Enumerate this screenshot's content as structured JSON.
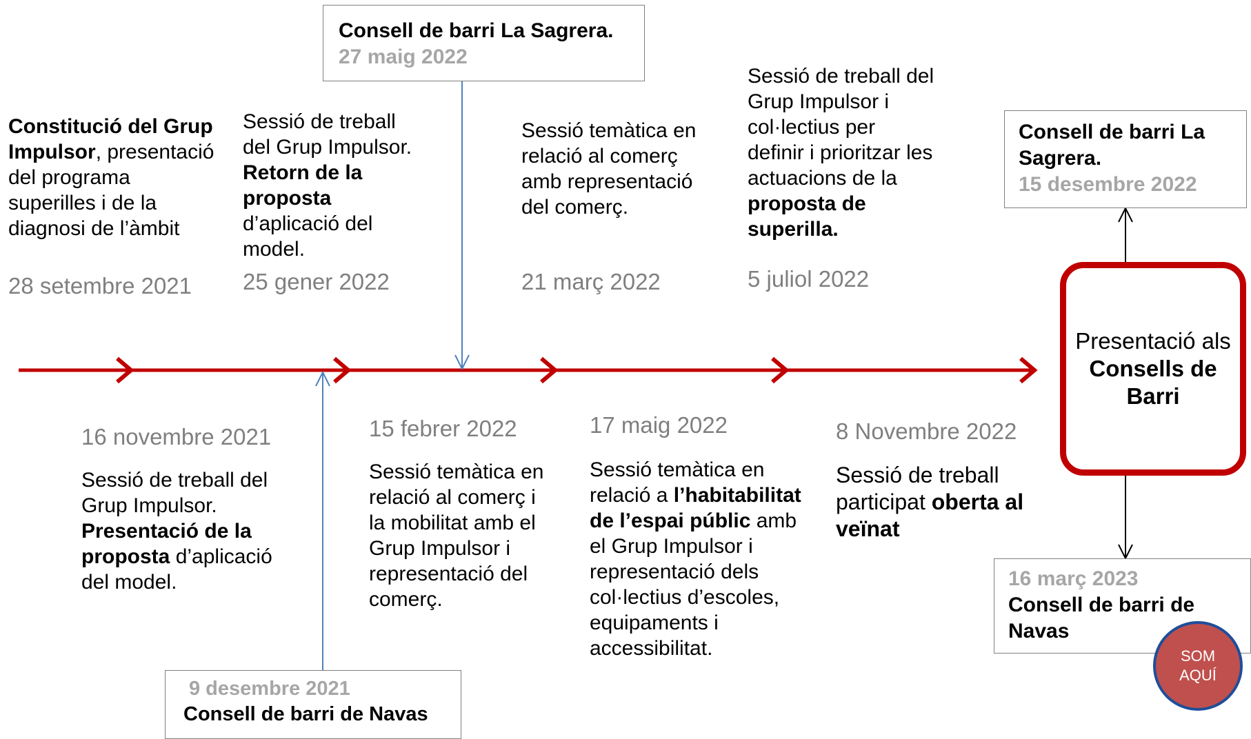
{
  "top_events": [
    {
      "title_bold": "Constitució del Grup Impulsor",
      "text_after": ", presentació del programa superilles i de la diagnosi de l’àmbit",
      "date": "28 setembre 2021"
    },
    {
      "text_before": "Sessió de treball del Grup Impulsor.",
      "bold": "Retorn de la proposta",
      "text_after": "d’aplicació del model.",
      "date": "25 gener 2022"
    },
    {
      "text": "Sessió temàtica en relació al comerç amb representació del comerç.",
      "date": "21 març 2022"
    },
    {
      "text_before": "Sessió de treball del Grup Impulsor i col·lectius per definir i prioritzar les actuacions de la",
      "bold": "proposta de superilla.",
      "date": "5 juliol 2022"
    }
  ],
  "bottom_events": [
    {
      "date": "16 novembre 2021",
      "text_before": "Sessió de treball del Grup Impulsor.",
      "bold": "Presentació de la proposta",
      "text_after": "d’aplicació del model."
    },
    {
      "date": "15 febrer 2022",
      "text": "Sessió temàtica en relació al comerç i la mobilitat amb el Grup Impulsor i representació del comerç."
    },
    {
      "date": "17 maig 2022",
      "text_before": "Sessió temàtica en relació a",
      "bold": "l’habitabilitat de l’espai públic",
      "text_after": "amb el Grup Impulsor i representació dels col·lectius  d’escoles, equipaments i accessibilitat."
    },
    {
      "date": "8  Novembre 2022",
      "text_before": "Sessió de treball participat",
      "bold": "oberta al veïnat"
    }
  ],
  "council_boxes": {
    "sagrera_may": {
      "title": "Consell de barri La Sagrera.",
      "date": "27 maig 2022"
    },
    "navas_dec": {
      "date": "9 desembre 2021",
      "title": "Consell de barri de Navas"
    },
    "sagrera_dec": {
      "title": "Consell de barri La Sagrera.",
      "date": "15 desembre 2022"
    },
    "navas_mar": {
      "date": "16 març 2023",
      "title": "Consell de barri de Navas"
    }
  },
  "center": {
    "text_before": "Presentació als",
    "bold": "Consells de Barri"
  },
  "badge": {
    "line1": "SOM",
    "line2": "AQUÍ"
  },
  "colors": {
    "timeline": "#c00000",
    "connector": "#4f81bd",
    "date": "#7f7f7f",
    "badge_fill": "#c0504d",
    "badge_border": "#1f4e9a"
  }
}
